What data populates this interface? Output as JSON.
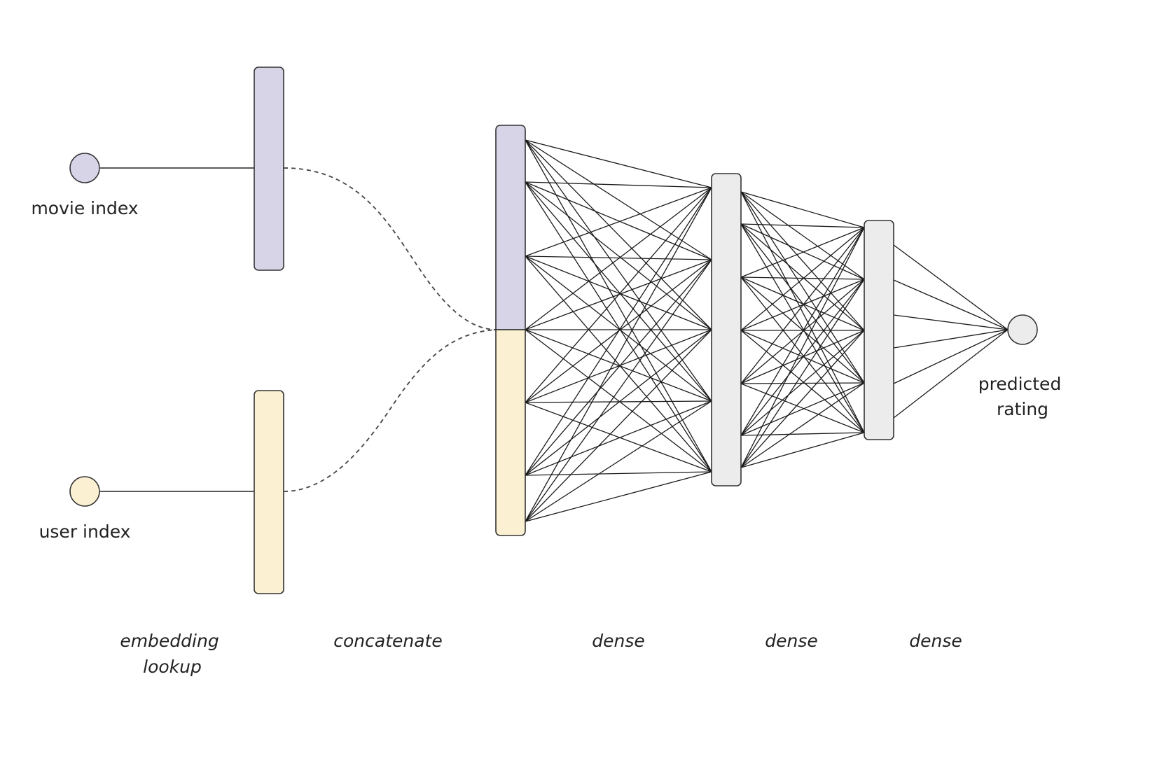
{
  "diagram": {
    "title": "",
    "colors": {
      "movie": "#d8d4e8",
      "user": "#fbf1d2",
      "dense": "#ececec",
      "stroke": "#222222",
      "dash": "#444444"
    },
    "inputs": [
      {
        "id": "movie",
        "label": "movie index",
        "color_key": "movie"
      },
      {
        "id": "user",
        "label": "user index",
        "color_key": "user"
      }
    ],
    "output": {
      "label_lines": [
        "predicted",
        "rating"
      ]
    },
    "stage_labels": [
      {
        "id": "embedding",
        "lines": [
          "embedding",
          "lookup"
        ]
      },
      {
        "id": "concatenate",
        "lines": [
          "concatenate"
        ]
      },
      {
        "id": "dense-1",
        "lines": [
          "dense"
        ]
      },
      {
        "id": "dense-2",
        "lines": [
          "dense"
        ]
      },
      {
        "id": "dense-3",
        "lines": [
          "dense"
        ]
      }
    ],
    "layers": {
      "concatenate": {
        "fan_out_nodes": 7,
        "segments": [
          "movie",
          "user"
        ]
      },
      "dense_1": {
        "fan_in_nodes": 5,
        "fan_out_nodes": 7
      },
      "dense_2": {
        "fan_in_nodes": 5,
        "fan_out_nodes": 6
      },
      "output_nodes": 1
    },
    "connections": [
      {
        "from": "movie-input",
        "to": "movie-embedding",
        "style": "solid"
      },
      {
        "from": "user-input",
        "to": "user-embedding",
        "style": "solid"
      },
      {
        "from": "movie-embedding",
        "to": "concatenate",
        "style": "dashed"
      },
      {
        "from": "user-embedding",
        "to": "concatenate",
        "style": "dashed"
      },
      {
        "from": "concatenate",
        "to": "dense-1",
        "style": "fully-connected"
      },
      {
        "from": "dense-1",
        "to": "dense-2",
        "style": "fully-connected"
      },
      {
        "from": "dense-2",
        "to": "output",
        "style": "fully-connected"
      }
    ]
  }
}
